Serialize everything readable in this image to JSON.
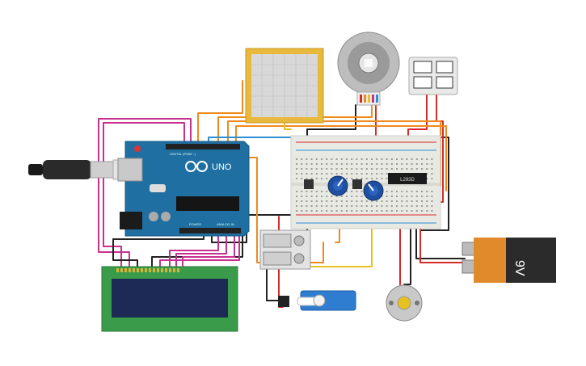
{
  "arduino": {
    "brand": "UNO",
    "header_digital": "DIGITAL (PWM ~)",
    "header_power": "POWER",
    "header_analog": "ANALOG IN"
  },
  "hbridge": {
    "chip_label": "L293D"
  },
  "battery": {
    "voltage_label": "9V"
  },
  "colors": {
    "arduino_board": "#1f6fa3",
    "breadboard": "#e9e9e4",
    "lcd_board": "#3a9c4a",
    "lcd_screen": "#1d2a55",
    "battery_body": "#2b2b2b",
    "battery_cap": "#e08a2c",
    "touchpad_frame": "#e8b93c",
    "servo_body": "#2f7dd1",
    "wire_orange": "#f08a1c",
    "wire_red": "#d62b2b",
    "wire_black": "#222222",
    "wire_blue": "#2b8fd6",
    "wire_yellow": "#e6c120",
    "wire_magenta": "#c8308f"
  }
}
